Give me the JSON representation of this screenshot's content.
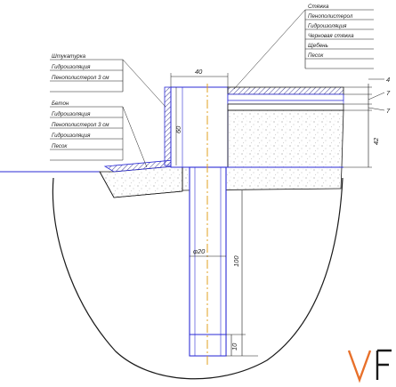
{
  "labels_right": [
    "Стяжка",
    "Пенополистерол",
    "Гидроизоляция",
    "Черновая стяжка",
    "Щебень",
    "Песок"
  ],
  "labels_left_top": [
    "Штукатурка",
    "Гидроизоляция",
    "Пенополистерол 3 см"
  ],
  "labels_left_bottom": [
    "Бетон",
    "Гидроизоляция",
    "Пенополистерол 3 см",
    "Гидроизоляция",
    "Песок"
  ],
  "dimensions": {
    "top_width": "40",
    "wall_height": "60",
    "right_4": "4",
    "right_7a": "7",
    "right_7b": "7",
    "right_42": "42",
    "pile_diameter": "φ20",
    "pile_length": "100",
    "pile_bottom": "10"
  },
  "logo": "VF",
  "colors": {
    "outline": "#1a1a1a",
    "blue": "#2b2bd6",
    "insulation": "#3a3aa0",
    "axis": "#e0a020",
    "hatch": "#888888"
  }
}
